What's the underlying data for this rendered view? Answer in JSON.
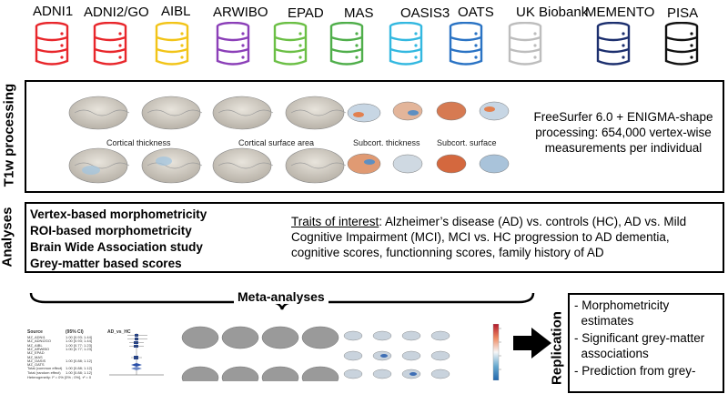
{
  "databases": [
    {
      "label": "ADNI1",
      "color": "#e8262b"
    },
    {
      "label": "ADNI2/GO",
      "color": "#e8262b"
    },
    {
      "label": "AIBL",
      "color": "#f2c418"
    },
    {
      "label": "ARWIBO",
      "color": "#8b3fb8"
    },
    {
      "label": "EPAD",
      "color": "#6bbf45"
    },
    {
      "label": "MAS",
      "color": "#4fae4a"
    },
    {
      "label": "OASIS3",
      "color": "#33b8e0"
    },
    {
      "label": "OATS",
      "color": "#2a73c4"
    },
    {
      "label": "UK Biobank",
      "color": "#bdbdbd"
    },
    {
      "label": "MEMENTO",
      "color": "#1c2f6e"
    },
    {
      "label": "PISA",
      "color": "#111111"
    }
  ],
  "t1w": {
    "side_label": "T1w processing",
    "captions": {
      "cortical_thickness": "Cortical thickness",
      "cortical_surface_area": "Cortical surface area",
      "subcort_thickness": "Subcort. thickness",
      "subcort_surface": "Subcort. surface"
    },
    "description": "FreeSurfer 6.0 + ENIGMA-shape processing: 654,000 vertex-wise measurements per individual"
  },
  "analyses": {
    "side_label": "Analyses",
    "methods": [
      "Vertex-based morphometricity",
      "ROI-based morphometricity",
      "Brain Wide Association study",
      "Grey-matter based scores"
    ],
    "traits_title": "Traits of interest",
    "traits_text": ": Alzheimer’s disease (AD)  vs. controls (HC), AD vs. Mild Cognitive Impairment (MCI), MCI vs. HC progression to AD dementia, cognitive scores, functionning scores, family history of AD"
  },
  "meta": {
    "title": "Meta-analyses",
    "forest": {
      "col_source": "Source",
      "col_ci": "(95% CI)",
      "col_effect": "AD_vs_HC",
      "rows": [
        {
          "name": "MZ_ADNI1",
          "ci": "1.00 [0.93; 1.44]"
        },
        {
          "name": "MZ_ADNI2GO",
          "ci": "1.00 [0.93; 1.44]"
        },
        {
          "name": "MZ_AIBL",
          "ci": "1.00 [0.77; 1.23]"
        },
        {
          "name": "MZ_ARWIBO",
          "ci": "1.00 [0.77; 1.23]"
        },
        {
          "name": "MZ_EPAD",
          "ci": ""
        },
        {
          "name": "MZ_MAS",
          "ci": ""
        },
        {
          "name": "MZ_OASIS",
          "ci": "1.00 [0.88; 1.12]"
        },
        {
          "name": "MZ_OATS",
          "ci": ""
        },
        {
          "name": "Total (common effect)",
          "ci": "1.00 [0.88; 1.12]"
        },
        {
          "name": "Total (random effect)",
          "ci": "1.00 [0.88; 1.12]"
        }
      ],
      "heterogeneity": "Heterogeneity: I² = 0% [0% ; 0%], τ² = 0"
    }
  },
  "replication": {
    "side_label": "Replication",
    "items": [
      "- Morphometricity",
      "  estimates",
      "- Significant grey-matter",
      "  associations",
      "- Prediction from grey-"
    ]
  }
}
